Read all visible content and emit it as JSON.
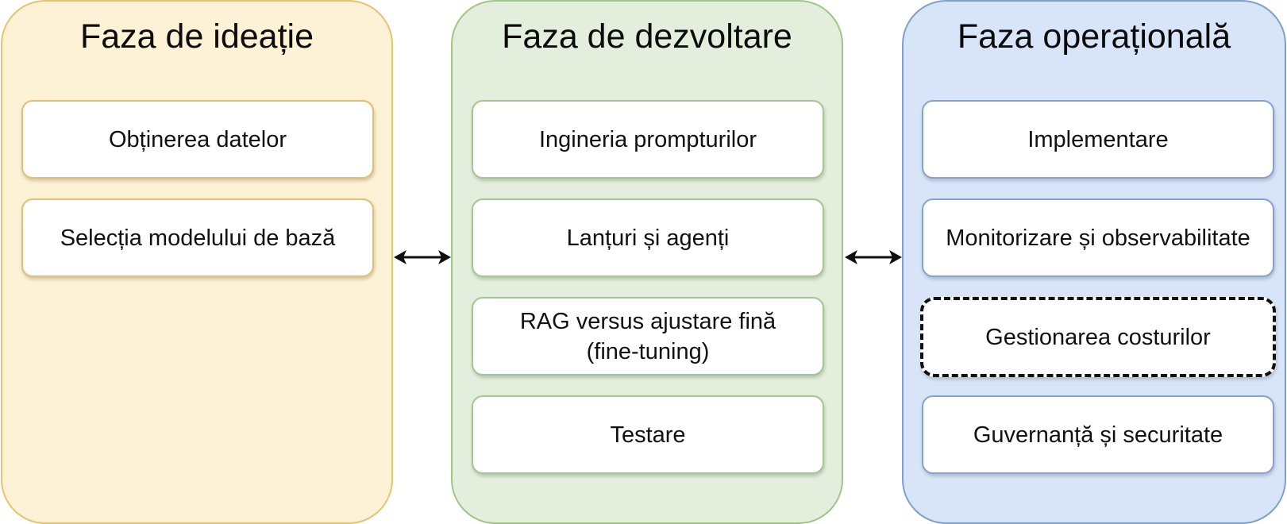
{
  "phases": [
    {
      "title": "Faza de ideație",
      "items": [
        "Obținerea datelor",
        "Selecția modelului de bază"
      ],
      "fill": "#fdf1d6",
      "border": "#e6c36e"
    },
    {
      "title": "Faza de dezvoltare",
      "items": [
        "Ingineria prompturilor",
        "Lanțuri și agenți",
        "RAG versus ajustare fină\n(fine-tuning)",
        "Testare"
      ],
      "fill": "#e3efdc",
      "border": "#9fc58a"
    },
    {
      "title": "Faza operațională",
      "items": [
        "Implementare",
        "Monitorizare și observabilitate",
        "Gestionarea costurilor",
        "Guvernanță și securitate"
      ],
      "fill": "#d8e5f8",
      "border": "#7f9fcd",
      "dashed_item": "Gestionarea costurilor"
    }
  ],
  "connectors": [
    {
      "icon": "double-arrow-icon",
      "between": [
        "Faza de ideație",
        "Faza de dezvoltare"
      ]
    },
    {
      "icon": "double-arrow-icon",
      "between": [
        "Faza de dezvoltare",
        "Faza operațională"
      ]
    }
  ]
}
